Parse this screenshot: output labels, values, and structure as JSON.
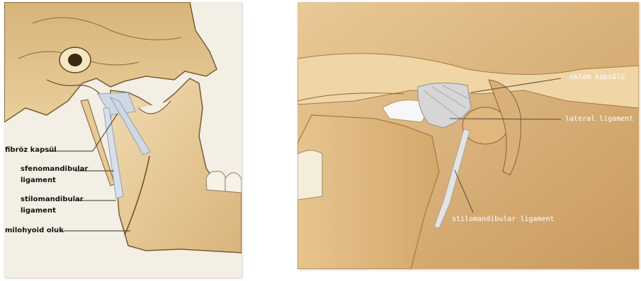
{
  "left_figure": {
    "labels": {
      "fibroz_kapsul": "fibröz kapsül",
      "sfenomandibular_line1": "sfenomandibular",
      "sfenomandibular_line2": "ligament",
      "stilomandibular_line1": "stilomandibular",
      "stilomandibular_line2": "ligament",
      "milohyoid_oluk": "milohyoid oluk"
    }
  },
  "right_figure": {
    "labels": {
      "eklem_kapsulu": "eklem kapsülü",
      "lateral_ligament": "lateral ligament",
      "stilomandibular_ligament": "stilomandibular ligament"
    }
  },
  "colors": {
    "bone": "#e8cfa0",
    "bone_shadow": "#c49b62",
    "ligament": "#cfd8e3",
    "label_line_left": "#333333",
    "label_line_right": "#5a4a3a"
  }
}
